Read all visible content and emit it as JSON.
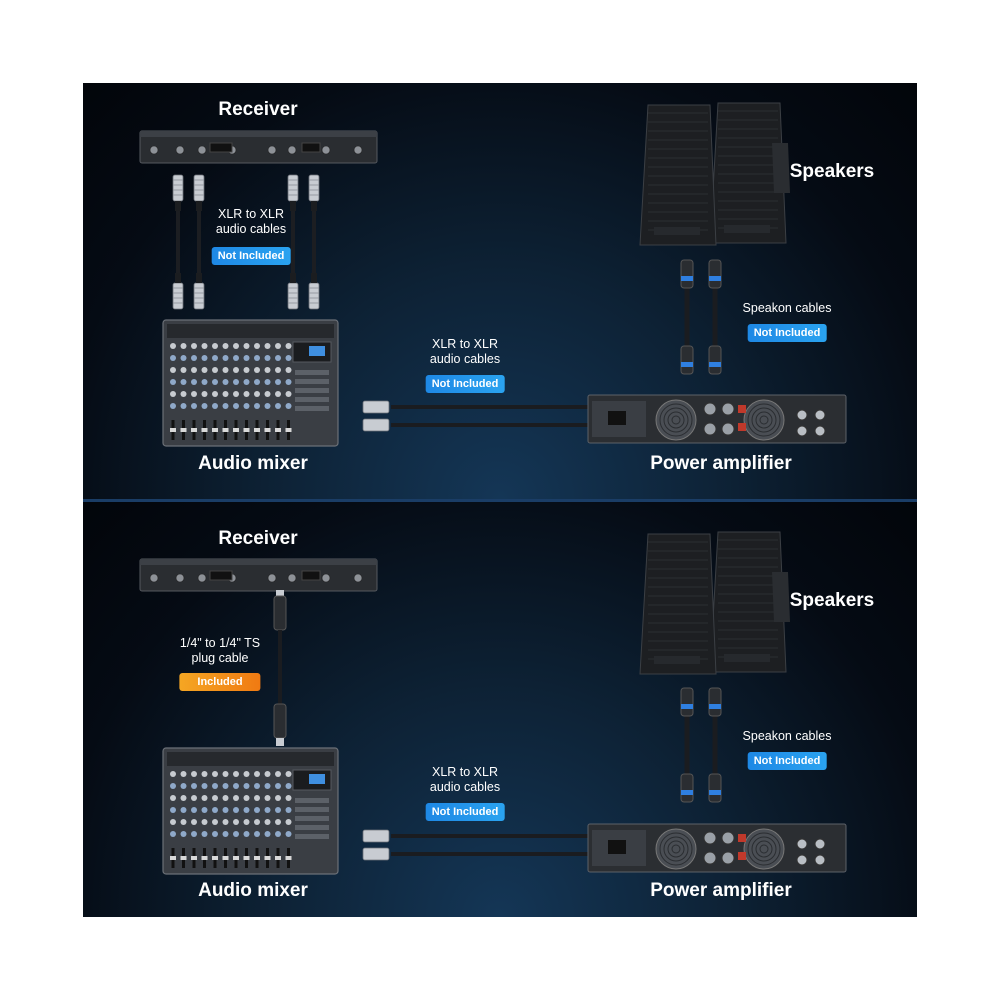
{
  "top": {
    "receiver_label": "Receiver",
    "speakers_label": "Speakers",
    "mixer_label": "Audio mixer",
    "amp_label": "Power amplifier",
    "receiver_cable_caption_line1": "XLR to XLR",
    "receiver_cable_caption_line2": "audio cables",
    "receiver_cable_badge": "Not Included",
    "mixer_cable_caption_line1": "XLR to XLR",
    "mixer_cable_caption_line2": "audio cables",
    "mixer_cable_badge": "Not Included",
    "speaker_cable_caption": "Speakon cables",
    "speaker_cable_badge": "Not Included"
  },
  "bottom": {
    "receiver_label": "Receiver",
    "speakers_label": "Speakers",
    "mixer_label": "Audio mixer",
    "amp_label": "Power amplifier",
    "receiver_cable_caption_line1": "1/4\" to 1/4\" TS",
    "receiver_cable_caption_line2": "plug cable",
    "receiver_cable_badge": "Included",
    "mixer_cable_caption_line1": "XLR to XLR",
    "mixer_cable_caption_line2": "audio cables",
    "mixer_cable_badge": "Not Included",
    "speaker_cable_caption": "Speakon cables",
    "speaker_cable_badge": "Not Included"
  },
  "colors": {
    "badge_blue": "#1e88e5",
    "badge_orange": "#f5a623",
    "panel_dark": "#050b14",
    "panel_glow": "#143656"
  }
}
